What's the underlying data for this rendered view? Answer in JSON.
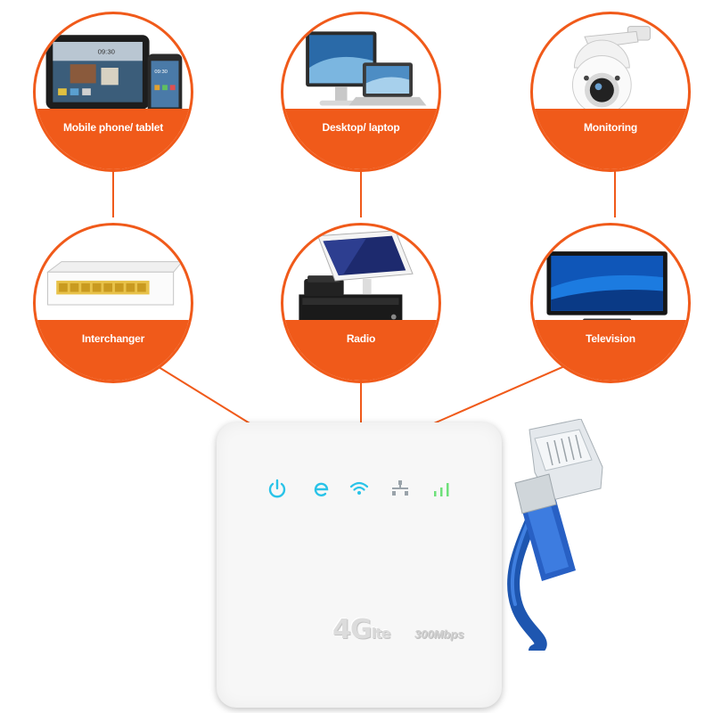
{
  "devices": [
    {
      "label": "Mobile phone/ tablet",
      "icon": "tablet-phone-icon"
    },
    {
      "label": "Desktop/ laptop",
      "icon": "desktop-laptop-icon"
    },
    {
      "label": "Monitoring",
      "icon": "security-camera-icon"
    },
    {
      "label": "Interchanger",
      "icon": "network-switch-icon"
    },
    {
      "label": "Radio",
      "icon": "pos-register-icon"
    },
    {
      "label": "Television",
      "icon": "television-icon"
    }
  ],
  "router": {
    "brand": "4G",
    "brand_suffix": "lte",
    "speed": "300Mbps",
    "leds": [
      "power-led-icon",
      "internet-led-icon",
      "wifi-led-icon",
      "lan-led-icon",
      "signal-led-icon"
    ]
  },
  "colors": {
    "accent": "#f05a1a",
    "led": "#29c3e8",
    "signal": "#6ee07a"
  }
}
